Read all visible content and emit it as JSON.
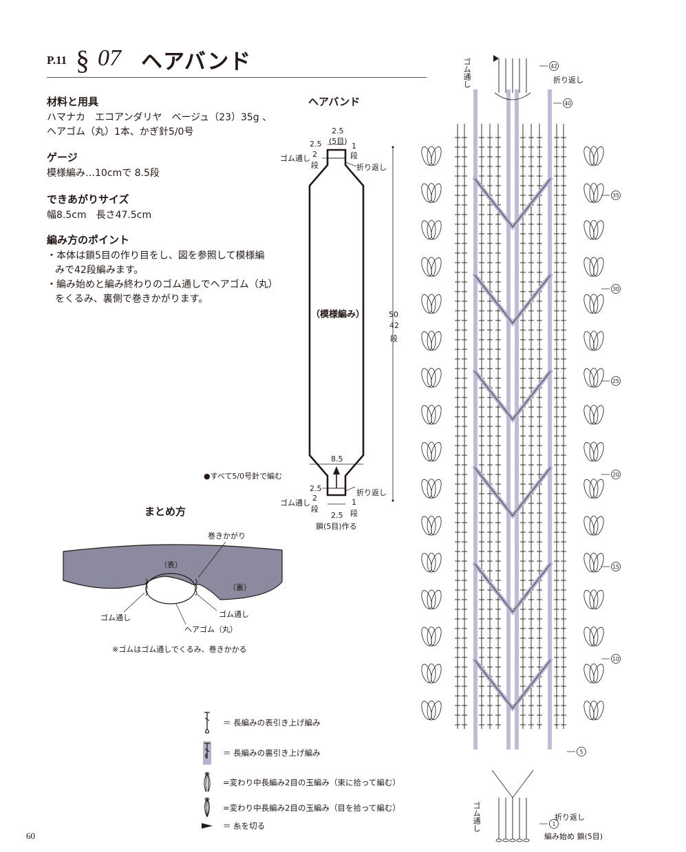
{
  "header": {
    "page_ref": "P.11",
    "pattern_number": "07",
    "title": "ヘアバンド"
  },
  "materials": {
    "heading": "材料と用具",
    "lines": [
      "ハマナカ　エコアンダリヤ　ベージュ（23）35g 、",
      "ヘアゴム（丸）1本、かぎ針5/0号"
    ]
  },
  "gauge": {
    "heading": "ゲージ",
    "lines": [
      "模様編み…10cmで 8.5段"
    ]
  },
  "finished_size": {
    "heading": "できあがりサイズ",
    "lines": [
      "幅8.5cm　長さ47.5cm"
    ]
  },
  "points": {
    "heading": "編み方のポイント",
    "items": [
      {
        "first": "・本体は鎖5目の作り目をし、図を参照して模様編",
        "cont": "みで42段編みます。"
      },
      {
        "first": "・編み始めと編み終わりのゴム通しでヘアゴム（丸）",
        "cont": "をくるみ、裏側で巻きかがります。"
      }
    ]
  },
  "schematic": {
    "title": "ヘアバンド",
    "center_label": "（模様編み）",
    "top_width": "2.5",
    "top_width_sts": "(5目)",
    "top_tab_height": "2.5",
    "top_tab_rows": "2",
    "rows_unit": "段",
    "top_right_rows": "1",
    "gomu": "ゴム通し",
    "orikaeshi": "折り返し",
    "total_length": "50",
    "total_rows": "42",
    "body_width": "8.5",
    "bottom_tab_height": "2.5",
    "bottom_tab_rows": "2",
    "bottom_right_rows": "1",
    "bottom_width": "2.5",
    "chain_note": "鎖(5目)作る",
    "needle_note": "●すべて5/0号針で編む"
  },
  "assembly": {
    "title": "まとめ方",
    "whip_stitch": "巻きかがり",
    "front": "（表）",
    "back": "（裏）",
    "gomu_left": "ゴム通し",
    "gomu_right": "ゴム通し",
    "elastic": "ヘアゴム（丸）",
    "note": "※ゴムはゴム通しでくるみ、巻きかかる",
    "colors": {
      "fill": "#8c8a9e",
      "stroke": "#231815"
    }
  },
  "legend": [
    {
      "icon": "front-post-dc-icon",
      "label": "＝ 長編みの表引き上げ編み"
    },
    {
      "icon": "back-post-dc-icon",
      "label": "＝ 長編みの裏引き上げ編み"
    },
    {
      "icon": "puff-bundle-icon",
      "label": "=変わり中長編み2目の玉編み（束に拾って編む）"
    },
    {
      "icon": "puff-stitch-icon",
      "label": "=変わり中長編み2目の玉編み（目を拾って編む）"
    },
    {
      "icon": "cut-yarn-icon",
      "label": "＝ 糸を切る"
    }
  ],
  "chart": {
    "gomu_top": "ゴム通し",
    "gomu_bottom": "ゴム通し",
    "orikaeshi_top": "折り返し",
    "orikaeshi_bottom": "折り返し",
    "start_label": "編み始め 鎖(5目)",
    "row_markers": [
      "42",
      "40",
      "35",
      "30",
      "25",
      "20",
      "15",
      "10",
      "5",
      "1"
    ],
    "highlight_color": "#b4b2cf"
  },
  "footer": {
    "page_number": "60"
  }
}
